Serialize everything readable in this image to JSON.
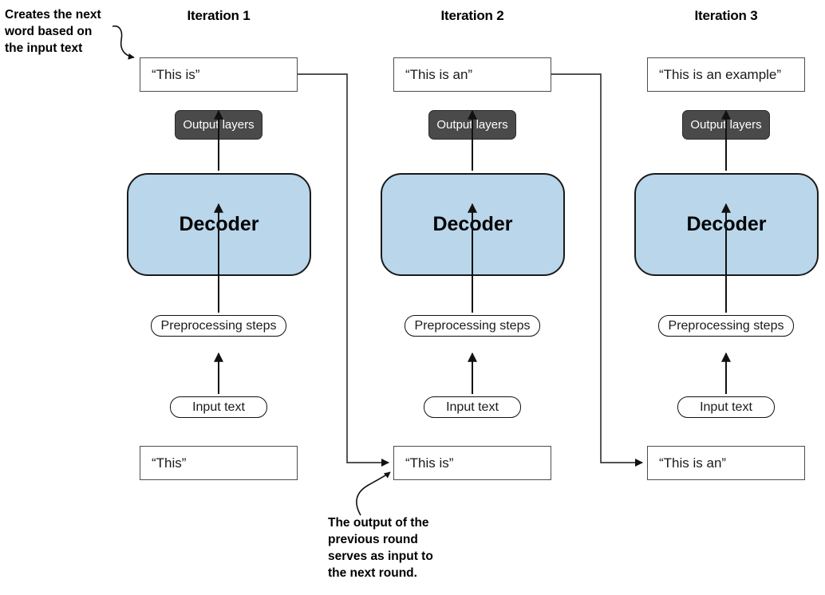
{
  "diagram": {
    "title_iteration_1": "Iteration 1",
    "title_iteration_2": "Iteration 2",
    "title_iteration_3": "Iteration 3",
    "colors": {
      "decoder_fill": "#b9d6ea",
      "decoder_stroke": "#1a1a1a",
      "output_layers_fill": "#4a4a4a",
      "output_layers_text": "#ffffff",
      "box_stroke": "#4d4d4d",
      "background": "#ffffff"
    },
    "labels": {
      "output_layers": "Output layers",
      "decoder": "Decoder",
      "preprocessing": "Preprocessing steps",
      "input_text": "Input text"
    },
    "columns": [
      {
        "id": "iteration-1",
        "title": "Iteration 1",
        "output_text": "“This is”",
        "output_layers": "Output layers",
        "decoder": "Decoder",
        "preprocessing": "Preprocessing steps",
        "input_text": "Input text",
        "input_string": "“This”"
      },
      {
        "id": "iteration-2",
        "title": "Iteration 2",
        "output_text": "“This is an”",
        "output_layers": "Output layers",
        "decoder": "Decoder",
        "preprocessing": "Preprocessing steps",
        "input_text": "Input text",
        "input_string": "“This is”"
      },
      {
        "id": "iteration-3",
        "title": "Iteration 3",
        "output_text": "“This is an example”",
        "output_layers": "Output layers",
        "decoder": "Decoder",
        "preprocessing": "Preprocessing steps",
        "input_text": "Input text",
        "input_string": "“This is an”"
      }
    ],
    "annotations": {
      "top_left": "Creates the next\nword based on\nthe input text",
      "top_left_line1": "Creates the next",
      "top_left_line2": "word based on",
      "top_left_line3": "the input text",
      "bottom": "The output of the\nprevious round\nserves as input to\nthe next round.",
      "bottom_line1": "The output of the",
      "bottom_line2": "previous round",
      "bottom_line3": "serves as input to",
      "bottom_line4": "the next round."
    }
  }
}
